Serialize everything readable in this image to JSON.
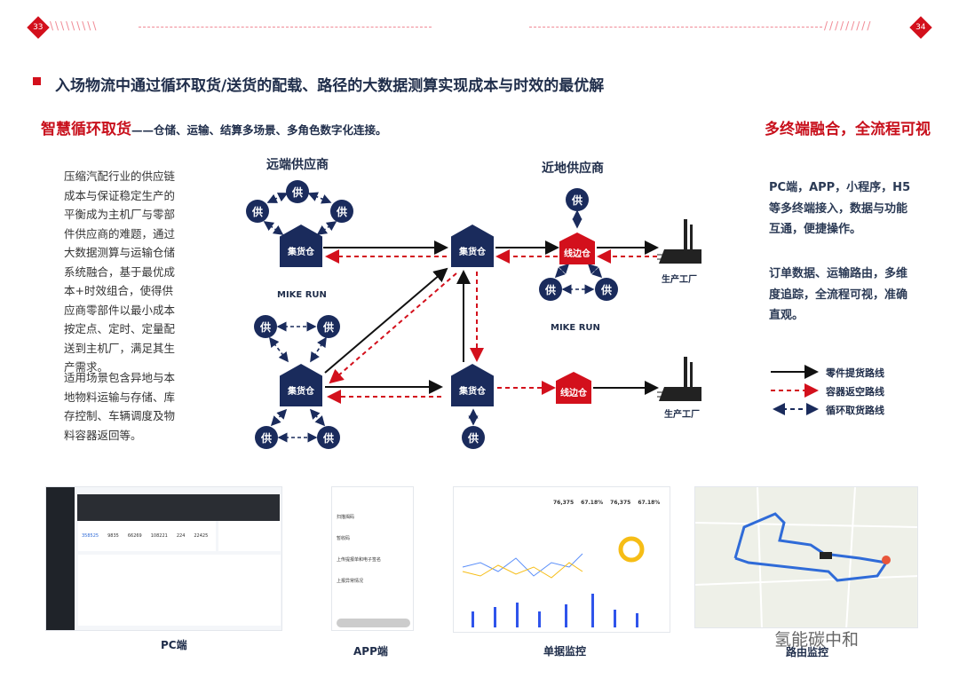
{
  "header": {
    "page_left": "33",
    "page_right": "34"
  },
  "title": "入场物流中通过循环取货/送货的配载、路径的大数据测算实现成本与时效的最优解",
  "left_heading": {
    "highlight": "智慧循环取货",
    "rest": "——仓储、运输、结算多场景、多角色数字化连接。"
  },
  "right_heading": "多终端融合，全流程可视",
  "left_paragraphs": [
    "压缩汽配行业的供应链成本与保证稳定生产的平衡成为主机厂与零部件供应商的难题，通过大数据测算与运输仓储系统融合，基于最优成本+时效组合，使得供应商零部件以最小成本按定点、定时、定量配送到主机厂，满足其生产需求。",
    "适用场景包含异地与本地物料运输与存储、库存控制、车辆调度及物料容器返回等。"
  ],
  "right_paragraphs": [
    "PC端，APP，小程序，H5等多终端接入，数据与功能互通，便捷操作。",
    "订单数据、运输路由，多维度追踪，全流程可视，准确直观。"
  ],
  "diagram": {
    "far_label": "远端供应商",
    "near_label": "近地供应商",
    "supplier": "供",
    "hub": "集货仓",
    "line_wh": "线边仓",
    "factory": "生产工厂",
    "mike_run": "MIKE RUN"
  },
  "legend": [
    {
      "label": "零件提货路线",
      "color": "#111111"
    },
    {
      "label": "容器返空路线",
      "color": "#d3101c"
    },
    {
      "label": "循环取货路线",
      "color": "#1a2b5c"
    }
  ],
  "thumbnails": [
    {
      "caption": "PC端"
    },
    {
      "caption": "APP端"
    },
    {
      "caption": "单据监控"
    },
    {
      "caption": "路由监控"
    }
  ],
  "pc_stats": [
    "358525",
    "9835",
    "66269",
    "108221",
    "224",
    "22425"
  ],
  "app_items": [
    "扫描揭码",
    "暂收码",
    "上传提报单和电子签名",
    "上报异常情况"
  ],
  "dash_stats": [
    "76,375",
    "67.18%",
    "76,375",
    "67.18%"
  ],
  "watermark": "氢能碳中和"
}
